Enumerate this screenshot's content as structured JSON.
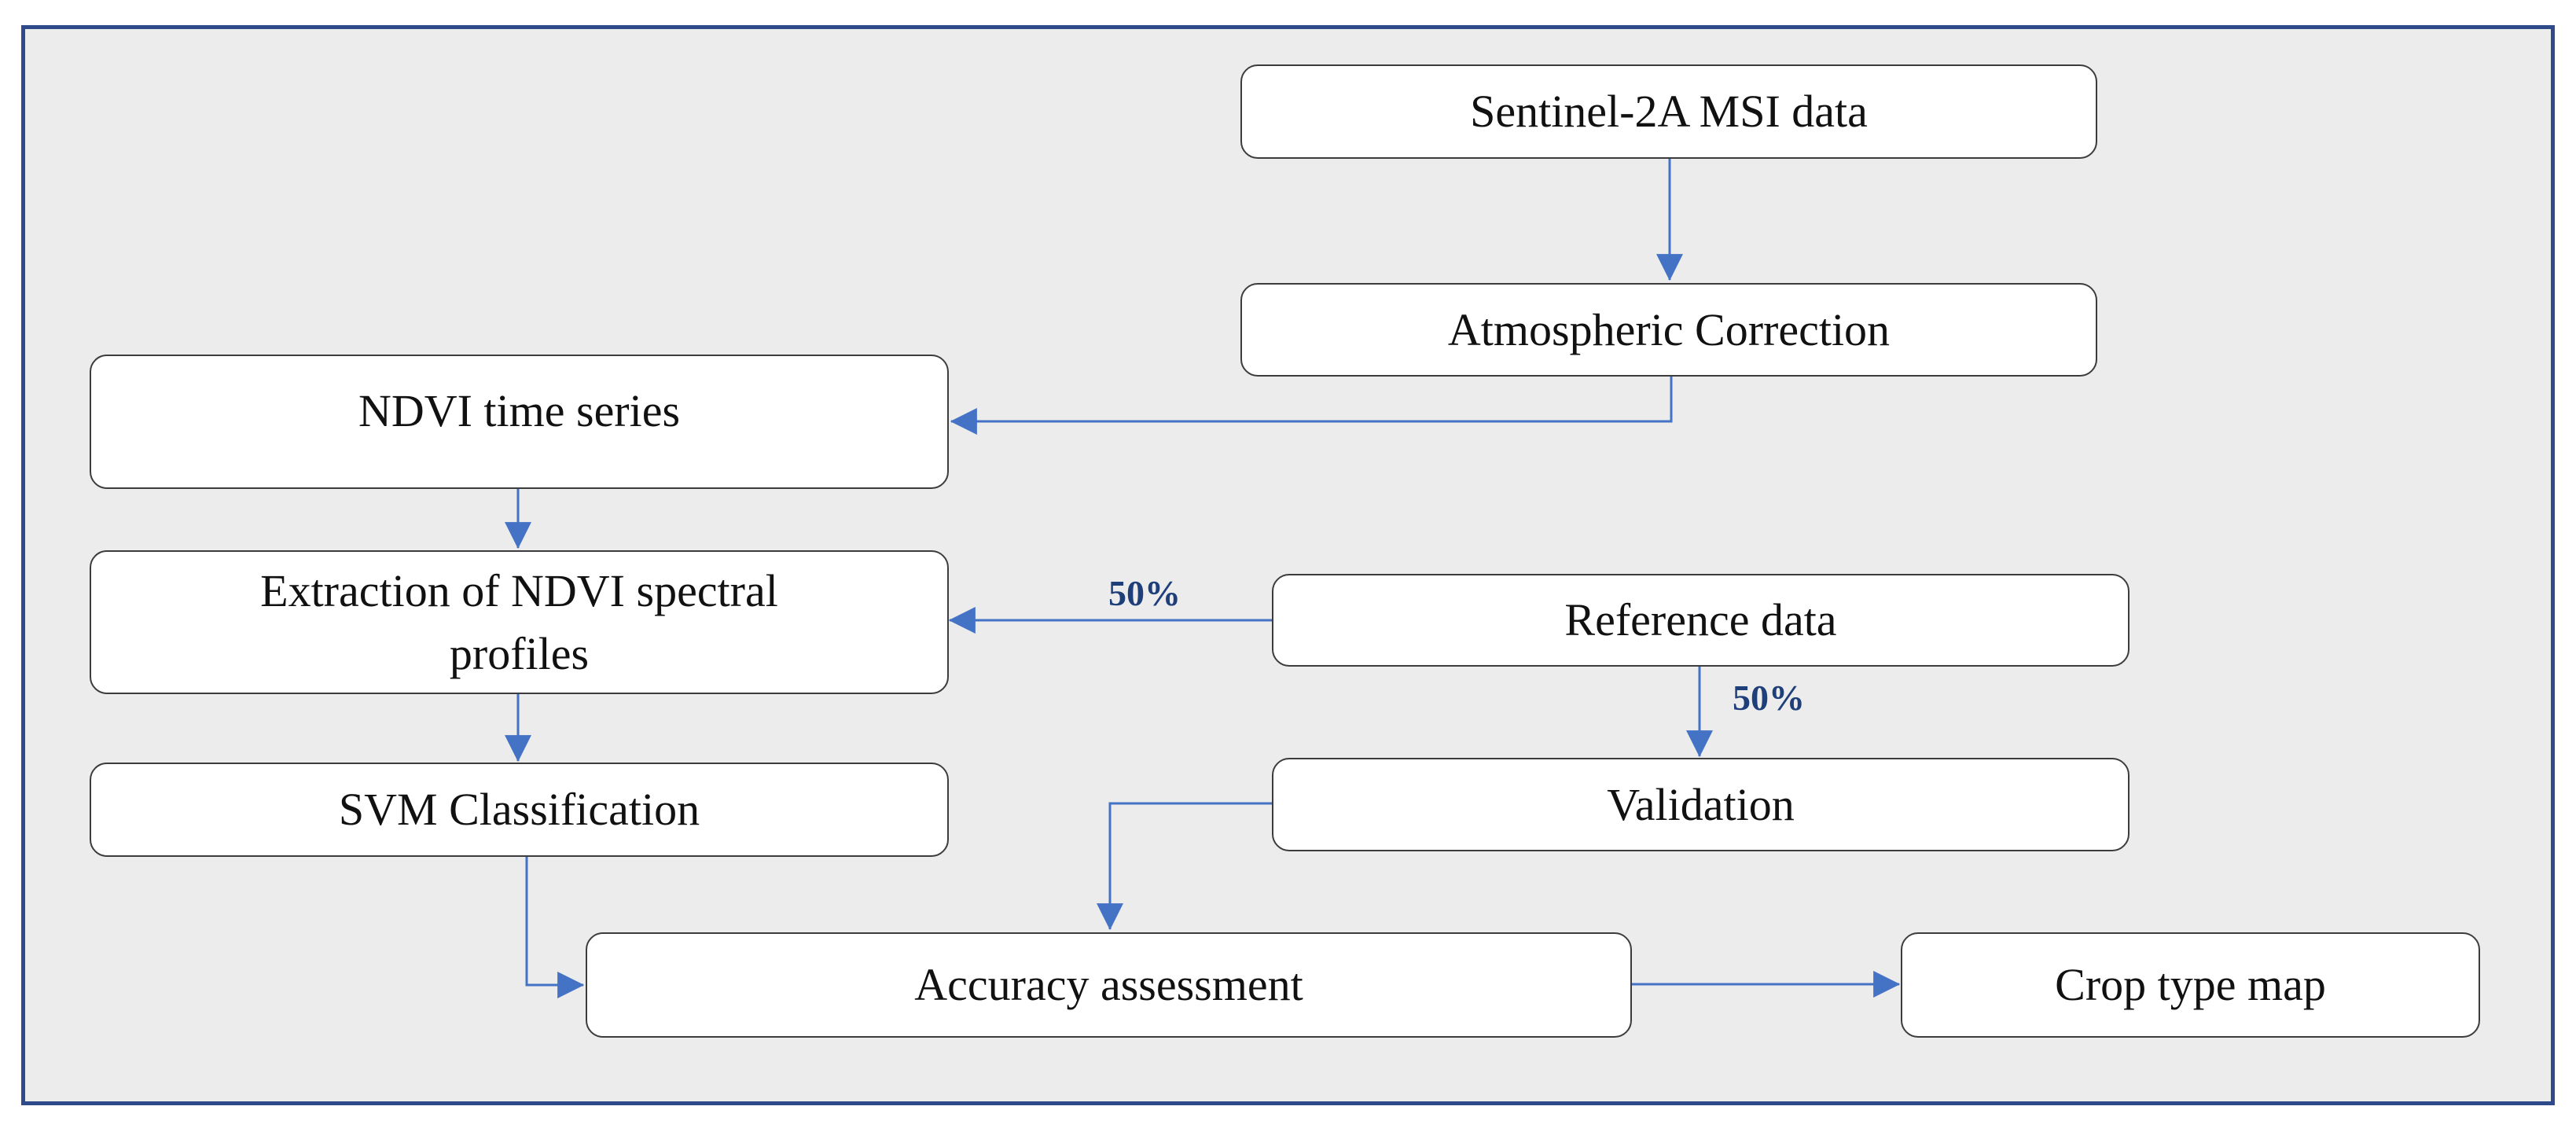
{
  "nodes": {
    "sentinel": "Sentinel-2A MSI data",
    "atmospheric": "Atmospheric Correction",
    "ndvi_time_series": "NDVI time series",
    "extraction": "Extraction of NDVI spectral profiles",
    "svm": "SVM Classification",
    "reference": "Reference data",
    "validation": "Validation",
    "accuracy": "Accuracy assessment",
    "crop_map": "Crop type map"
  },
  "edges": {
    "reference_to_extraction_label": "50%",
    "reference_to_validation_label": "50%"
  },
  "colors": {
    "arrow": "#4472c4",
    "frame_border": "#2f4a8a",
    "percent_label": "#1f3f7a"
  }
}
